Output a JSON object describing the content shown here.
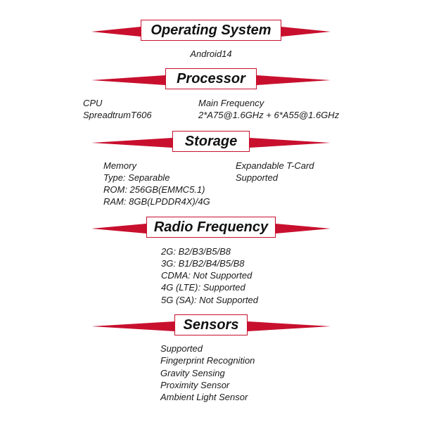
{
  "colors": {
    "accent": "#c8102e",
    "text": "#1a1a1a",
    "background": "#ffffff"
  },
  "os": {
    "title": "Operating System",
    "value": "Android14"
  },
  "processor": {
    "title": "Processor",
    "cpu_label": "CPU",
    "cpu_value": "SpreadtrumT606",
    "freq_label": "Main Frequency",
    "freq_value": "2*A75@1.6GHz + 6*A55@1.6GHz"
  },
  "storage": {
    "title": "Storage",
    "memory_lines": [
      "Memory",
      "Type: Separable",
      "ROM: 256GB(EMMC5.1)",
      "RAM: 8GB(LPDDR4X)/4G"
    ],
    "tcard_lines": [
      "Expandable T-Card",
      "Supported"
    ]
  },
  "radio": {
    "title": "Radio Frequency",
    "lines": [
      "2G: B2/B3/B5/B8",
      "3G: B1/B2/B4/B5/B8",
      "CDMA: Not Supported",
      "4G (LTE): Supported",
      "5G (SA): Not Supported"
    ]
  },
  "sensors": {
    "title": "Sensors",
    "lines": [
      "Supported",
      "Fingerprint Recognition",
      "Gravity Sensing",
      "Proximity Sensor",
      "Ambient Light Sensor"
    ]
  }
}
